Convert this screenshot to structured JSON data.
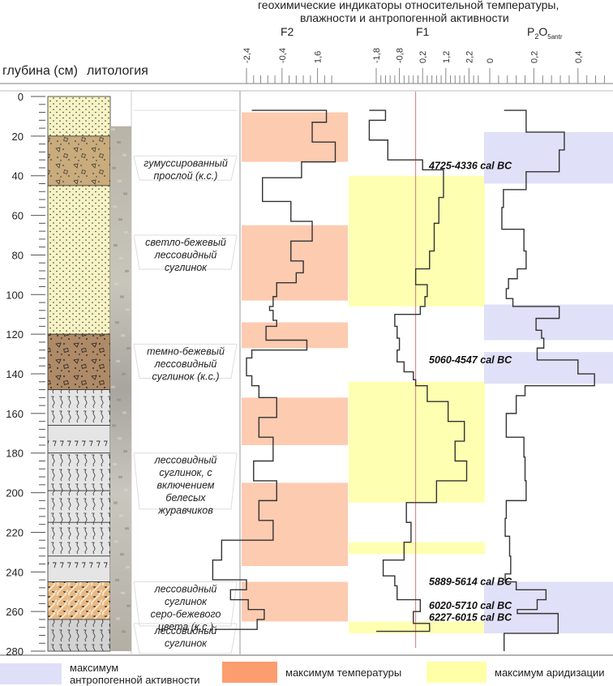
{
  "chart_data": {
    "type": "line",
    "title": "геохимические индикаторы относительной температуры, влажности и антропогенной активности",
    "depth_axis": {
      "label": "глубина (см)",
      "range": [
        0,
        280
      ],
      "ticks": [
        0,
        20,
        40,
        60,
        80,
        100,
        120,
        140,
        160,
        180,
        200,
        220,
        240,
        260,
        280
      ],
      "minor_step": 4
    },
    "lithology_label": "литология",
    "lithology_layers": [
      {
        "from": 0,
        "to": 20,
        "type": "loess-dotted",
        "color": "#f7f3c4"
      },
      {
        "from": 20,
        "to": 45,
        "type": "humus-clasts",
        "color": "#c9ab7c"
      },
      {
        "from": 45,
        "to": 120,
        "type": "loess-dotted",
        "color": "#f7f3c4"
      },
      {
        "from": 120,
        "to": 148,
        "type": "dark-clasts",
        "color": "#ae8a66"
      },
      {
        "from": 148,
        "to": 166,
        "type": "grey-wavy",
        "color": "#e5e5e5"
      },
      {
        "from": 166,
        "to": 180,
        "type": "grey-sevens",
        "color": "#e5e5e5"
      },
      {
        "from": 180,
        "to": 199,
        "type": "grey-wavy",
        "color": "#e5e5e5"
      },
      {
        "from": 199,
        "to": 215,
        "type": "grey-wavy",
        "color": "#e5e5e5"
      },
      {
        "from": 215,
        "to": 232,
        "type": "grey-wavy",
        "color": "#e5e5e5"
      },
      {
        "from": 232,
        "to": 245,
        "type": "grey-sevens",
        "color": "#e5e5e5"
      },
      {
        "from": 245,
        "to": 264,
        "type": "hatched-flecks",
        "color": "#e7b985"
      },
      {
        "from": 264,
        "to": 280,
        "type": "grey-wavy",
        "color": "#d3d3d3"
      }
    ],
    "descriptions": [
      {
        "from": 30,
        "to": 41,
        "text": [
          "гумуссированный",
          "прослой (к.с.)"
        ]
      },
      {
        "from": 70,
        "to": 86,
        "text": [
          "светло-бежевый",
          "лессовидный",
          "суглинок"
        ]
      },
      {
        "from": 125,
        "to": 141,
        "text": [
          "темно-бежевый",
          "лессовидный",
          "суглинок (к.с.)"
        ]
      },
      {
        "from": 180,
        "to": 207,
        "text": [
          "лессовидный",
          "суглинок, с",
          "включением",
          "белесых",
          "журавчиков"
        ]
      },
      {
        "from": 245,
        "to": 266,
        "text": [
          "лессовидный",
          "суглинок",
          "серо-бежевого",
          "цвета (к.с.)"
        ]
      },
      {
        "from": 266,
        "to": 280,
        "text": [
          "лессовидный",
          "суглинок"
        ]
      }
    ],
    "series": [
      {
        "name": "F2",
        "axis_ticks": [
          "-2,4",
          "-0,4",
          "1,6"
        ],
        "tick_values": [
          -2.4,
          -0.4,
          1.6
        ],
        "xlim": [
          -2.4,
          2.4
        ],
        "steps": [
          {
            "from": 7,
            "to": 13,
            "value": 2.1,
            "start": -2.1
          },
          {
            "from": 13,
            "to": 23,
            "value": 1.3
          },
          {
            "from": 23,
            "to": 33,
            "value": 2.6
          },
          {
            "from": 33,
            "to": 41,
            "value": 0.7
          },
          {
            "from": 41,
            "to": 53,
            "value": -1.5
          },
          {
            "from": 53,
            "to": 63,
            "value": 0.1
          },
          {
            "from": 63,
            "to": 73,
            "value": 1.3
          },
          {
            "from": 73,
            "to": 83,
            "value": 0.1
          },
          {
            "from": 83,
            "to": 89,
            "value": 0.8
          },
          {
            "from": 89,
            "to": 94,
            "value": 0.4
          },
          {
            "from": 94,
            "to": 101,
            "value": -0.7
          },
          {
            "from": 101,
            "to": 106,
            "value": -0.9
          },
          {
            "from": 106,
            "to": 108,
            "value": -1.1
          },
          {
            "from": 108,
            "to": 113,
            "value": -0.9
          },
          {
            "from": 113,
            "to": 116,
            "value": -0.7
          },
          {
            "from": 116,
            "to": 123,
            "value": -1.3
          },
          {
            "from": 123,
            "to": 128,
            "value": 1.0
          },
          {
            "from": 128,
            "to": 132,
            "value": -2.1
          },
          {
            "from": 132,
            "to": 141,
            "value": -2.4
          },
          {
            "from": 141,
            "to": 146,
            "value": -2.1
          },
          {
            "from": 146,
            "to": 152,
            "value": -1.7
          },
          {
            "from": 152,
            "to": 162,
            "value": -0.7
          },
          {
            "from": 162,
            "to": 172,
            "value": -1.7
          },
          {
            "from": 172,
            "to": 184,
            "value": -0.9
          },
          {
            "from": 184,
            "to": 194,
            "value": -2.0
          },
          {
            "from": 194,
            "to": 204,
            "value": -0.7
          },
          {
            "from": 204,
            "to": 214,
            "value": -1.7
          },
          {
            "from": 214,
            "to": 224,
            "value": -0.9
          },
          {
            "from": 224,
            "to": 234,
            "value": -3.8
          },
          {
            "from": 234,
            "to": 244,
            "value": -4.3
          },
          {
            "from": 244,
            "to": 249,
            "value": -2.4
          },
          {
            "from": 249,
            "to": 254,
            "value": -3.3
          },
          {
            "from": 254,
            "to": 259,
            "value": -2.3
          },
          {
            "from": 259,
            "to": 264,
            "value": -1.4
          },
          {
            "from": 264,
            "to": 269,
            "value": -1.8,
            "end": -4.2
          }
        ]
      },
      {
        "name": "F1",
        "axis_ticks": [
          "-1,8",
          "-0,8",
          "0,2",
          "1,2",
          "2,2"
        ],
        "tick_values": [
          -1.8,
          -0.8,
          0.2,
          1.2,
          2.2
        ],
        "xlim": [
          -1.8,
          2.8
        ],
        "reference_line": -0.1,
        "steps": [
          {
            "from": 7,
            "to": 12,
            "value": -1.4,
            "start": -2.1
          },
          {
            "from": 12,
            "to": 22,
            "value": -2.1
          },
          {
            "from": 22,
            "to": 32,
            "value": -1.3
          },
          {
            "from": 32,
            "to": 37,
            "value": 0.2
          },
          {
            "from": 37,
            "to": 51,
            "value": 1.1
          },
          {
            "from": 51,
            "to": 64,
            "value": 0.9
          },
          {
            "from": 64,
            "to": 78,
            "value": 0.7
          },
          {
            "from": 78,
            "to": 87,
            "value": 0.5
          },
          {
            "from": 87,
            "to": 95,
            "value": -0.1
          },
          {
            "from": 95,
            "to": 101,
            "value": 0.4
          },
          {
            "from": 101,
            "to": 106,
            "value": 0.3
          },
          {
            "from": 106,
            "to": 110,
            "value": 0.1
          },
          {
            "from": 110,
            "to": 116,
            "value": -1.0
          },
          {
            "from": 116,
            "to": 122,
            "value": -0.9
          },
          {
            "from": 122,
            "to": 128,
            "value": -0.8
          },
          {
            "from": 128,
            "to": 134,
            "value": -0.9
          },
          {
            "from": 134,
            "to": 139,
            "value": -0.6
          },
          {
            "from": 139,
            "to": 143,
            "value": -0.2
          },
          {
            "from": 143,
            "to": 146,
            "value": -0.1
          },
          {
            "from": 146,
            "to": 154,
            "value": 0.4
          },
          {
            "from": 154,
            "to": 164,
            "value": 1.3
          },
          {
            "from": 164,
            "to": 174,
            "value": 2.0
          },
          {
            "from": 174,
            "to": 184,
            "value": 1.6
          },
          {
            "from": 184,
            "to": 194,
            "value": 2.1
          },
          {
            "from": 194,
            "to": 205,
            "value": 0.8
          },
          {
            "from": 205,
            "to": 215,
            "value": -0.5
          },
          {
            "from": 215,
            "to": 225,
            "value": -0.3
          },
          {
            "from": 225,
            "to": 234,
            "value": -0.6
          },
          {
            "from": 234,
            "to": 242,
            "value": -1.5
          },
          {
            "from": 242,
            "to": 247,
            "value": -1.0
          },
          {
            "from": 247,
            "to": 254,
            "value": -0.9
          },
          {
            "from": 254,
            "to": 260,
            "value": 0.1
          },
          {
            "from": 260,
            "to": 266,
            "value": -0.2
          },
          {
            "from": 266,
            "to": 270,
            "value": 0.5,
            "end": -1.8
          }
        ]
      },
      {
        "name": "P2O5antr",
        "axis_ticks": [
          "0",
          "0,2",
          "0,4"
        ],
        "tick_values": [
          0,
          0.2,
          0.4
        ],
        "xlim": [
          0,
          0.55
        ],
        "steps": [
          {
            "from": 7,
            "to": 18,
            "value": 0.165,
            "start": 0.065
          },
          {
            "from": 18,
            "to": 27,
            "value": 0.338
          },
          {
            "from": 27,
            "to": 38,
            "value": 0.315
          },
          {
            "from": 38,
            "to": 47,
            "value": 0.165
          },
          {
            "from": 47,
            "to": 56,
            "value": 0.062
          },
          {
            "from": 56,
            "to": 67,
            "value": 0.055
          },
          {
            "from": 67,
            "to": 78,
            "value": 0.155
          },
          {
            "from": 78,
            "to": 87,
            "value": 0.165
          },
          {
            "from": 87,
            "to": 92,
            "value": 0.125
          },
          {
            "from": 92,
            "to": 97,
            "value": 0.085
          },
          {
            "from": 97,
            "to": 102,
            "value": 0.075
          },
          {
            "from": 102,
            "to": 106,
            "value": 0.105
          },
          {
            "from": 106,
            "to": 112,
            "value": 0.315
          },
          {
            "from": 112,
            "to": 118,
            "value": 0.21
          },
          {
            "from": 118,
            "to": 122,
            "value": 0.235
          },
          {
            "from": 122,
            "to": 127,
            "value": 0.245
          },
          {
            "from": 127,
            "to": 133,
            "value": 0.215
          },
          {
            "from": 133,
            "to": 140,
            "value": 0.4
          },
          {
            "from": 140,
            "to": 146,
            "value": 0.475
          },
          {
            "from": 146,
            "to": 151,
            "value": 0.16
          },
          {
            "from": 151,
            "to": 160,
            "value": 0.12
          },
          {
            "from": 160,
            "to": 172,
            "value": 0.075
          },
          {
            "from": 172,
            "to": 182,
            "value": 0.155
          },
          {
            "from": 182,
            "to": 194,
            "value": 0.16
          },
          {
            "from": 194,
            "to": 204,
            "value": 0.165
          },
          {
            "from": 204,
            "to": 213,
            "value": 0.075
          },
          {
            "from": 213,
            "to": 222,
            "value": 0.07
          },
          {
            "from": 222,
            "to": 232,
            "value": 0.09
          },
          {
            "from": 232,
            "to": 241,
            "value": 0.095
          },
          {
            "from": 241,
            "to": 245,
            "value": 0.07
          },
          {
            "from": 245,
            "to": 249,
            "value": 0.12
          },
          {
            "from": 249,
            "to": 254,
            "value": 0.255
          },
          {
            "from": 254,
            "to": 259,
            "value": 0.215
          },
          {
            "from": 259,
            "to": 261,
            "value": 0.125
          },
          {
            "from": 261,
            "to": 271,
            "value": 0.31
          },
          {
            "from": 271,
            "to": 280,
            "value": 0.065
          }
        ]
      }
    ],
    "highlight_bands": {
      "temperature": [
        [
          8,
          33
        ],
        [
          65,
          103
        ],
        [
          114,
          127
        ],
        [
          152,
          176
        ],
        [
          195,
          237
        ],
        [
          245,
          265
        ]
      ],
      "aridization": [
        [
          40,
          106
        ],
        [
          144,
          205
        ],
        [
          225,
          231
        ],
        [
          265,
          271
        ]
      ],
      "anthropogenic": [
        [
          18,
          44
        ],
        [
          105,
          123
        ],
        [
          129,
          145
        ],
        [
          245,
          271
        ]
      ]
    },
    "annotations": [
      {
        "depth": 35,
        "text": "4725-4336 cal BC"
      },
      {
        "depth": 133,
        "text": "5060-4547 cal BC"
      },
      {
        "depth": 245,
        "text": "5889-5614 cal BC"
      },
      {
        "depth": 257,
        "text": "6020-5710 cal BC"
      },
      {
        "depth": 263,
        "text": "6227-6015 cal BC"
      }
    ],
    "legend": [
      {
        "key": "anthropogenic",
        "label": [
          "максимум",
          "антропогенной активности"
        ],
        "color": "#dfdff8"
      },
      {
        "key": "temperature",
        "label": [
          "максимум температуры"
        ],
        "color": "#fc9d6f"
      },
      {
        "key": "aridization",
        "label": [
          "максимум аридизации"
        ],
        "color": "#ffffa8"
      }
    ],
    "colors": {
      "temperature_band": "#fdcbb0",
      "aridization_band": "#ffffb2",
      "anthropogenic_band": "#e0e0f8",
      "curve": "#333333",
      "reference_line": "#d47a7a"
    }
  },
  "header": {
    "title_line1": "геохимические индикаторы относительной температуры,",
    "title_line2": "влажности и антропогенной активности",
    "depth_label": "глубина (см)",
    "lithology_label": "литология",
    "f2_label": "F2",
    "f1_label": "F1",
    "p_label_main": "P",
    "p_sub1": "2",
    "p_label_o": "O",
    "p_sub2": "5antr"
  },
  "legend_text": {
    "anthro_line1": "максимум",
    "anthro_line2": "антропогенной активности",
    "temp": "максимум температуры",
    "arid": "максимум аридизации"
  }
}
